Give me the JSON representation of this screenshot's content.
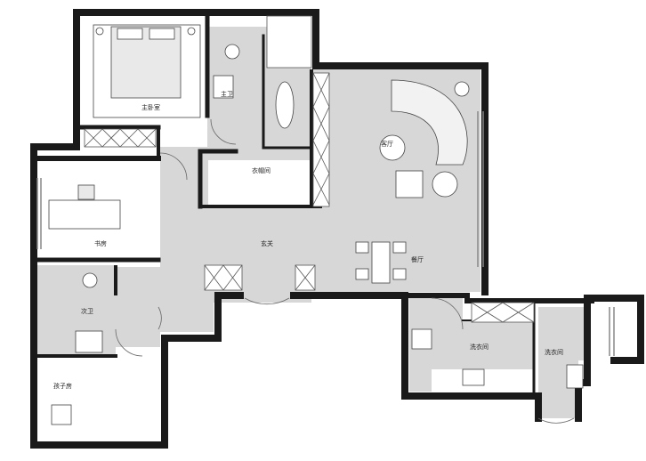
{
  "plan": {
    "rooms": {
      "master_bedroom": "主卧室",
      "master_bath": "主卫",
      "walk_in_closet": "衣帽间",
      "living_room": "客厅",
      "study": "书房",
      "entrance": "玄关",
      "dining_room": "餐厅",
      "second_bath": "次卫",
      "kids_room": "孩子房",
      "laundry_room": "洗衣间",
      "laundry_room_2": "洗衣间"
    }
  }
}
